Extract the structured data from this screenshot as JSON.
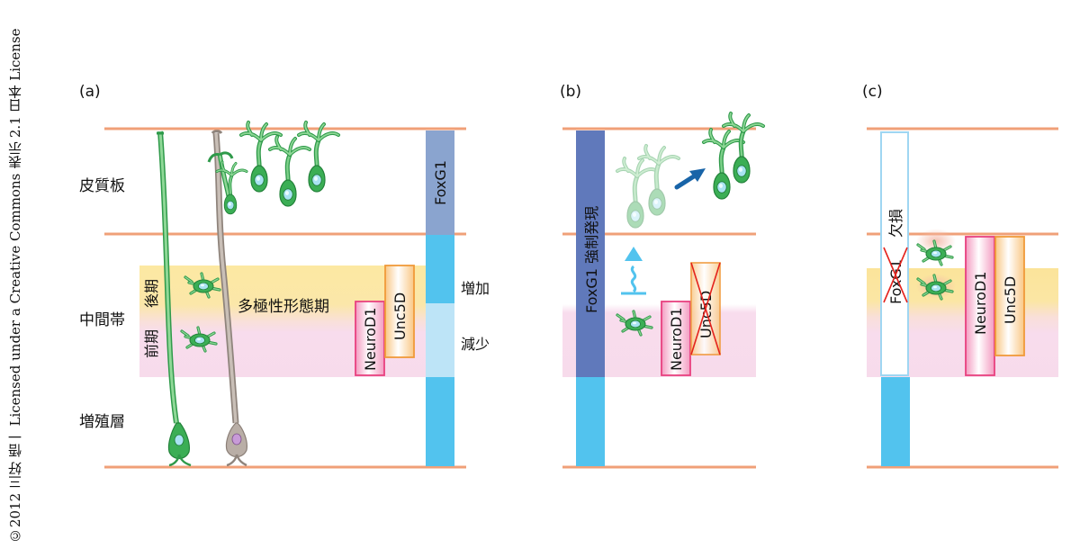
{
  "credit": "©2012 三好 悟一 Licensed under a Creative Commons 表示 2.1 日本 License",
  "panel_a": {
    "label": "(a)",
    "layer_cortical_plate": "皮質板",
    "layer_intermediate_zone": "中間帯",
    "layer_ventricular_zone": "増殖層",
    "late_phase": "後期",
    "early_phase": "前期",
    "multipolar_phase": "多極性形態期",
    "gene_neurod1": "NeuroD1",
    "gene_unc5d": "Unc5D",
    "gene_foxg1": "FoxG1",
    "increase": "増加",
    "decrease": "減少"
  },
  "panel_b": {
    "label": "(b)",
    "foxg1_forced": "FoxG1 強制発現",
    "gene_neurod1": "NeuroD1",
    "gene_unc5d": "Unc5D"
  },
  "panel_c": {
    "label": "(c)",
    "gene_foxg1": "FoxG1",
    "deficiency": "欠損",
    "gene_neurod1": "NeuroD1",
    "gene_unc5d": "Unc5D"
  },
  "colors": {
    "boundary": "#f0a078",
    "late_band": "#fbe59a",
    "early_band": "#f8dced",
    "foxg1_cp": "#8aa4cf",
    "foxg1_bright": "#52c3ee",
    "foxg1_pale": "#bde4f7",
    "foxg1_forced": "#6079bb",
    "neuron_green": "#3cae54",
    "radial_glia": "#b5aaa3",
    "neurod1_border": "#e8417f",
    "unc5d_border": "#f09a3a",
    "arrow_blue": "#1864a8",
    "cross_red": "#e4221c"
  }
}
